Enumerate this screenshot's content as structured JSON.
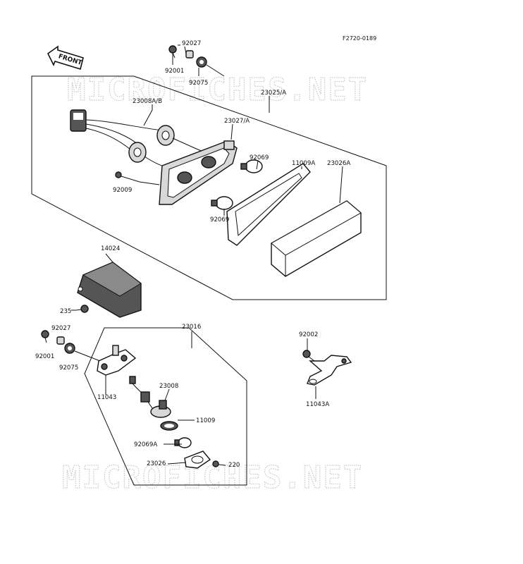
{
  "figure_code": "F2720-0189",
  "direction_label": "FRONT",
  "watermarks": [
    "MICROFICHES.NET",
    "MICROFICHES.NET"
  ],
  "part_labels": {
    "p92027_top": "92027",
    "p92001_top": "92001",
    "p92075_top": "92075",
    "p23025A": "23025/A",
    "p23008AB": "23008A/B",
    "p23027A": "23027/A",
    "p92069_r": "92069",
    "p11009A": "11009A",
    "p23026A": "23026A",
    "p92009": "92009",
    "p92069_b": "92069",
    "p14024": "14024",
    "p235": "235",
    "p92027_l": "92027",
    "p92001_l": "92001",
    "p92075_l": "92075",
    "p23016": "23016",
    "p11043": "11043",
    "p23008": "23008",
    "p11009": "11009",
    "p92069A": "92069A",
    "p23026": "23026",
    "p220": "220",
    "p92002": "92002",
    "p11043A": "11043A"
  }
}
